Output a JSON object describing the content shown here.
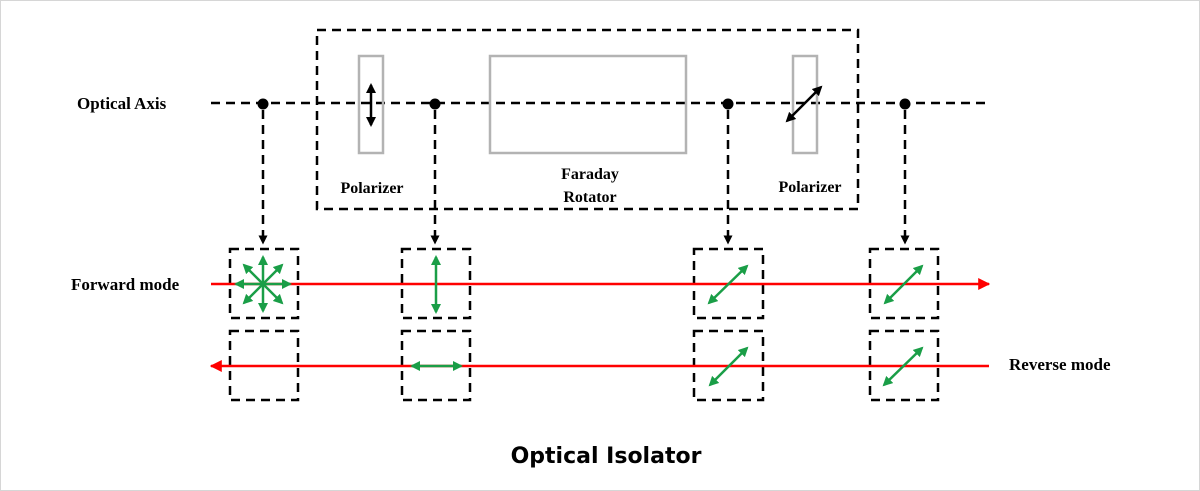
{
  "title": "Optical Isolator",
  "labels": {
    "optical_axis": "Optical Axis",
    "forward_mode": "Forward mode",
    "reverse_mode": "Reverse mode"
  },
  "components": [
    {
      "id": "polarizer-1",
      "label_lines": [
        "Polarizer"
      ],
      "transmission_axis": "vertical"
    },
    {
      "id": "faraday-rotator",
      "label_lines": [
        "Faraday",
        "Rotator"
      ]
    },
    {
      "id": "polarizer-2",
      "label_lines": [
        "Polarizer"
      ],
      "transmission_axis": "diagonal-45"
    }
  ],
  "observation_points": [
    {
      "id": "input",
      "forward_polarization": "unpolarized",
      "reverse_polarization": "none"
    },
    {
      "id": "after-polarizer-1",
      "forward_polarization": "vertical",
      "reverse_polarization": "horizontal"
    },
    {
      "id": "after-faraday-rotator",
      "forward_polarization": "diagonal-45",
      "reverse_polarization": "diagonal-45"
    },
    {
      "id": "output",
      "forward_polarization": "diagonal-45",
      "reverse_polarization": "diagonal-45"
    }
  ],
  "colors": {
    "beam": "#ff0000",
    "polarization": "#1a9e47",
    "component_outline": "#b3b3b3",
    "line": "#000000",
    "frame": "#d6d6d6"
  }
}
